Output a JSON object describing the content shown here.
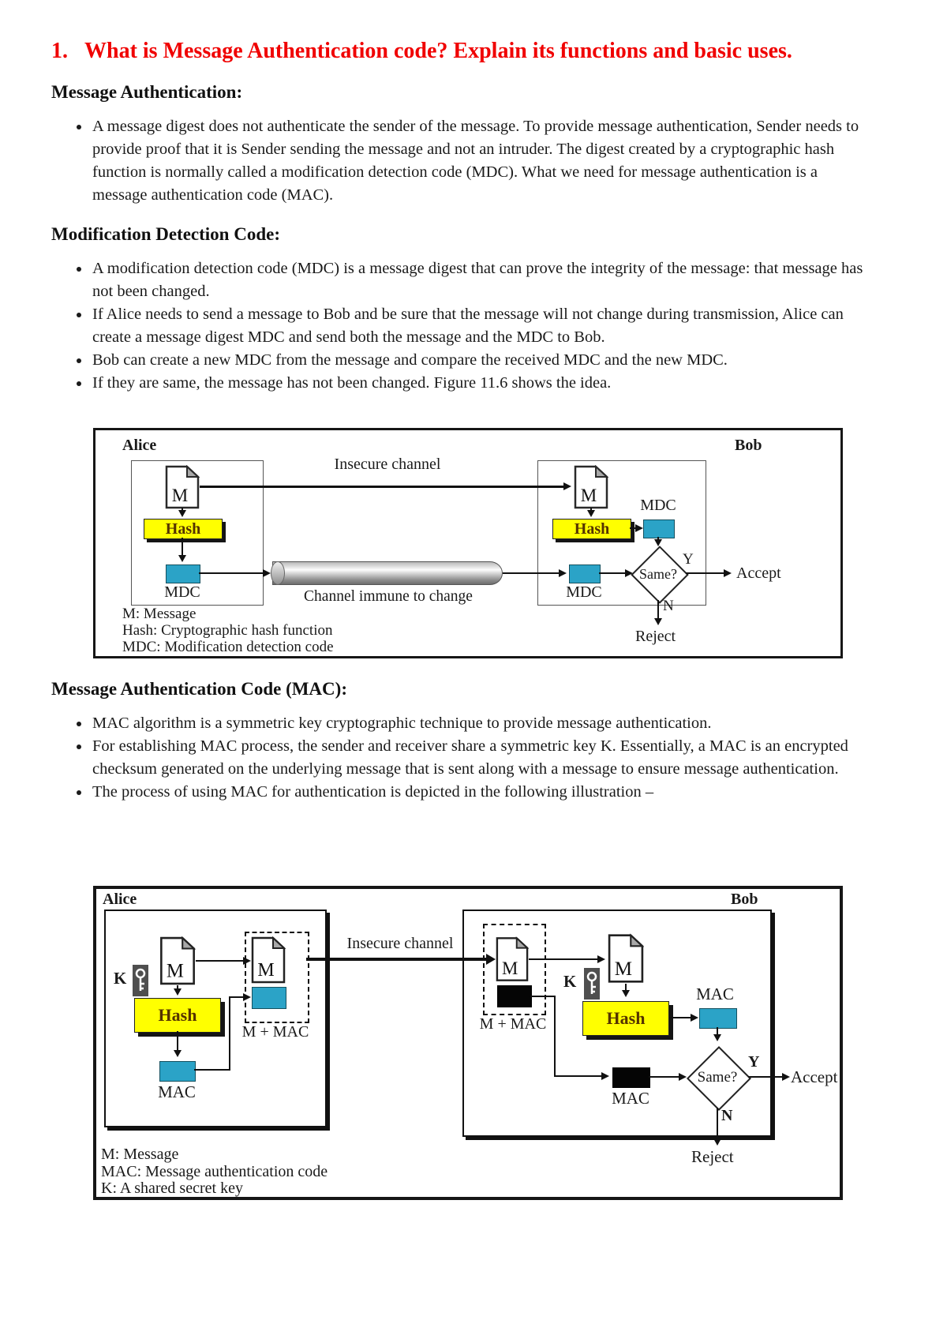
{
  "page": {
    "title_number": "1.",
    "title": "What is Message Authentication code? Explain its functions and basic uses."
  },
  "sections": [
    {
      "heading": "Message Authentication:",
      "bullets": [
        "A message digest does not authenticate the sender of the message. To provide message authentication, Sender needs to provide proof that it is Sender sending the message and not an intruder. The digest created by a cryptographic hash function is normally called a modification detection code (MDC). What we need for message authentication is a message authentication code (MAC)."
      ]
    },
    {
      "heading": "Modification Detection Code:",
      "bullets": [
        "A modification detection code (MDC) is a message digest that can prove the integrity of the message: that message has not been changed.",
        "If Alice needs to send a message to Bob and be sure that the message will not change during transmission, Alice can create a message digest MDC and send both the message and the MDC to Bob.",
        "Bob can create a new MDC from the message and compare the received MDC and the new MDC.",
        "If they are same, the message has not been changed. Figure 11.6 shows the idea."
      ]
    },
    {
      "heading": "Message Authentication Code (MAC):",
      "bullets": [
        "MAC algorithm is a symmetric key cryptographic technique to provide message authentication.",
        "For establishing MAC process, the sender and receiver share a symmetric key K. Essentially, a MAC is an encrypted checksum generated on the underlying message that is sent along with a message to ensure message authentication.",
        "The process of using MAC for authentication is depicted in the following illustration –"
      ]
    }
  ],
  "figure_mdc": {
    "alice": "Alice",
    "bob": "Bob",
    "message": "M",
    "insecure_channel": "Insecure channel",
    "hash": "Hash",
    "mdc": "MDC",
    "secure_channel": "Channel immune to change",
    "same": "Same?",
    "yes": "Y",
    "no": "N",
    "accept": "Accept",
    "reject": "Reject",
    "legend": [
      "M: Message",
      "Hash: Cryptographic hash function",
      "MDC: Modification detection code"
    ]
  },
  "figure_mac": {
    "alice": "Alice",
    "bob": "Bob",
    "message": "M",
    "key": "K",
    "insecure_channel": "Insecure channel",
    "hash": "Hash",
    "mac": "MAC",
    "m_plus_mac": "M + MAC",
    "same": "Same?",
    "yes": "Y",
    "no": "N",
    "accept": "Accept",
    "reject": "Reject",
    "legend": [
      "M: Message",
      "MAC: Message authentication code",
      "K: A shared secret key"
    ]
  },
  "colors": {
    "title_red": "#f00000",
    "hash_yellow": "#ffff00",
    "mdc_cyan": "#2ba3c7",
    "mac_black": "#000000",
    "text": "#1a1a1a"
  }
}
